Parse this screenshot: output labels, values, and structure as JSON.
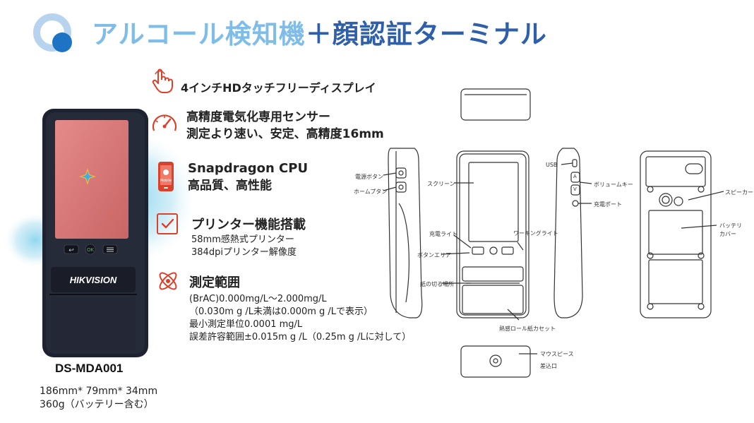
{
  "header": {
    "title_part1": "アルコール検知機",
    "title_plus": "＋",
    "title_part2": "顔認証ターミナル"
  },
  "product": {
    "brand": "HIKVISION",
    "model": "DS-MDA001",
    "dimensions": "186mm* 79mm* 34mm",
    "weight": "360g（バッテリー含む）",
    "button_ok": "OK"
  },
  "features": [
    {
      "icon": "touch-icon",
      "title": "4インチHDタッチフリーディスプレイ"
    },
    {
      "icon": "speedometer-icon",
      "title": "高精度電気化専用センサー",
      "title2": "測定より速い、安定、高精度16mm"
    },
    {
      "icon": "phone-icon",
      "icon_text": "Mobile",
      "title": "Snapdragon CPU",
      "title2": "高品質、高性能"
    },
    {
      "icon": "checkbox-icon",
      "title": "プリンター機能搭載",
      "sub": [
        "58mm感熱式プリンター",
        "384dpiプリンター解像度"
      ]
    },
    {
      "icon": "molecule-icon",
      "title": "測定範囲",
      "sub": [
        "(BrAC)0.000mg/L〜2.000mg/L",
        "（0.030m g /L未満は0.000m g /Lで表示）",
        "最小測定単位0.0001 mg/L",
        "誤差許容範囲±0.015m g /L（0.25m g /Lに対して）"
      ]
    }
  ],
  "diagram_labels": {
    "power_button": "電源ボタン",
    "home_button": "ホームプタン",
    "screen": "スクリーン",
    "charge_light": "充電ライト",
    "working_light": "ワーキングライト",
    "button_area": "ボタンエリア",
    "paper_cut": "紙の切る場所",
    "thermal_paper": "熱感ロール紙カセット",
    "usb": "USB",
    "volume": "ボリュームキー",
    "charge_port": "充電ポート",
    "speaker": "スピーカー",
    "battery_cover_1": "バッテリ",
    "battery_cover_2": "カバー",
    "mouthpiece_1": "マウスピース",
    "mouthpiece_2": "差込口",
    "vol_up": "A",
    "vol_down": "V"
  },
  "colors": {
    "title_light": "#7fbde8",
    "title_dark": "#2f5fa8",
    "icon_red": "#d9412b",
    "device_body": "#1e2230"
  }
}
